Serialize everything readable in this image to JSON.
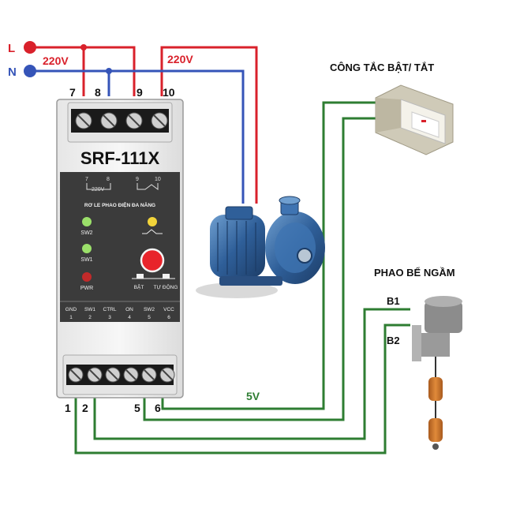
{
  "wiring": {
    "line_label": "L",
    "neutral_label": "N",
    "voltage_left": "220V",
    "voltage_right": "220V",
    "voltage_5v": "5V",
    "top_terminals": [
      "7",
      "8",
      "9",
      "10"
    ],
    "bottom_terminals": [
      "1",
      "2",
      "5",
      "6"
    ],
    "colors": {
      "line": "#d9212b",
      "neutral": "#3554b8",
      "signal": "#2e7d32"
    }
  },
  "relay": {
    "model": "SRF-111X",
    "diagram_pins": [
      "7",
      "8",
      "9",
      "10"
    ],
    "diagram_voltage": "220V",
    "subtitle": "RƠ LE PHAO ĐIỆN ĐA NĂNG",
    "led_sw2": "SW2",
    "led_sw1": "SW1",
    "led_pwr": "PWR",
    "mode_bat": "BẬT",
    "mode_auto": "TỰ ĐỘNG",
    "bottom_pin_names": [
      "GND",
      "SW1",
      "CTRL",
      "ON",
      "SW2",
      "VCC"
    ],
    "bottom_pin_numbers": [
      "1",
      "2",
      "3",
      "4",
      "5",
      "6"
    ]
  },
  "switch": {
    "label": "CÔNG TẮC BẬT/ TẮT"
  },
  "float": {
    "label": "PHAO BỂ NGẦM",
    "b1": "B1",
    "b2": "B2"
  }
}
